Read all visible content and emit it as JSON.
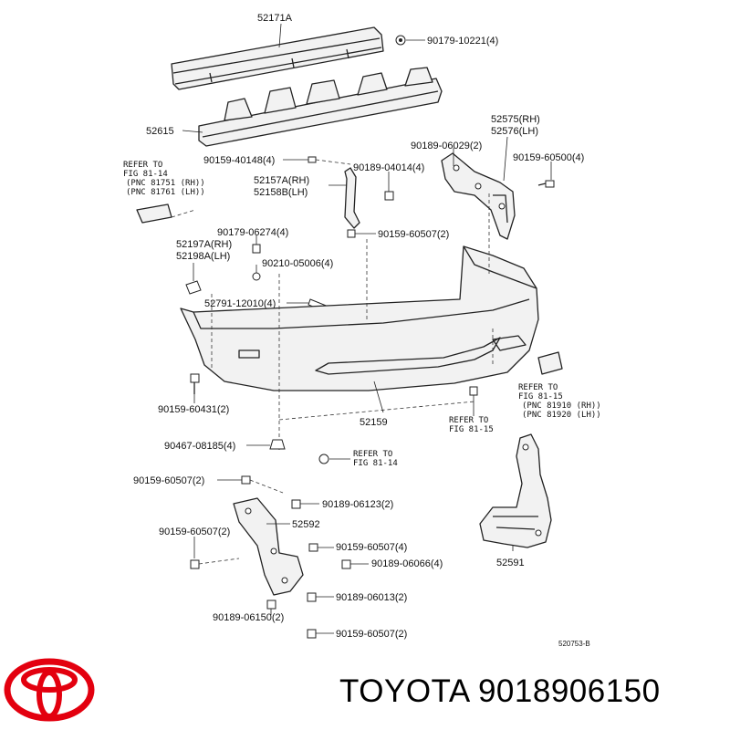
{
  "labels": {
    "bar_upper": "52171A",
    "bolt_top": "90179-10221(4)",
    "absorber": "52615",
    "bracket_rh": "52575(RH)",
    "bracket_lh": "52576(LH)",
    "clip_06029": "90189-06029(2)",
    "screw_60500": "90159-60500(4)",
    "screw_40148": "90159-40148(4)",
    "clip_04014": "90189-04014(4)",
    "support_rh": "52157A(RH)",
    "support_lh": "52158B(LH)",
    "screw_60507_a": "90159-60507(2)",
    "nut_06274": "90179-06274(4)",
    "retainer_rh": "52197A(RH)",
    "retainer_lh": "52198A(LH)",
    "washer_05006": "90210-05006(4)",
    "rivet_12010": "52791-12010(4)",
    "cover": "52159",
    "screw_60431": "90159-60431(2)",
    "clip_08185": "90467-08185(4)",
    "screw_60507_b": "90159-60507(2)",
    "clip_06123": "90189-06123(2)",
    "mudguard": "52592",
    "screw_60507_c": "90159-60507(2)",
    "screw_60507_d": "90159-60507(4)",
    "clip_06066": "90189-06066(4)",
    "clip_06013": "90189-06013(2)",
    "clip_06150": "90189-06150(2)",
    "screw_60507_e": "90159-60507(2)",
    "extension": "52591"
  },
  "refers": {
    "fig81_14_top": [
      "REFER TO",
      "FIG 81-14",
      "(PNC 81751 (RH))",
      "(PNC 81761 (LH))"
    ],
    "fig81_15_right": [
      "REFER TO",
      "FIG 81-15",
      "(PNC 81910 (RH))",
      "(PNC 81920 (LH))"
    ],
    "fig81_15_mid": [
      "REFER TO",
      "FIG 81-15"
    ],
    "fig81_14_bottom": [
      "REFER TO",
      "FIG 81-14"
    ]
  },
  "figure_code": "520753-B",
  "brand": {
    "text": "TOYOTA 9018906150",
    "logo_color": "#e3000f"
  }
}
